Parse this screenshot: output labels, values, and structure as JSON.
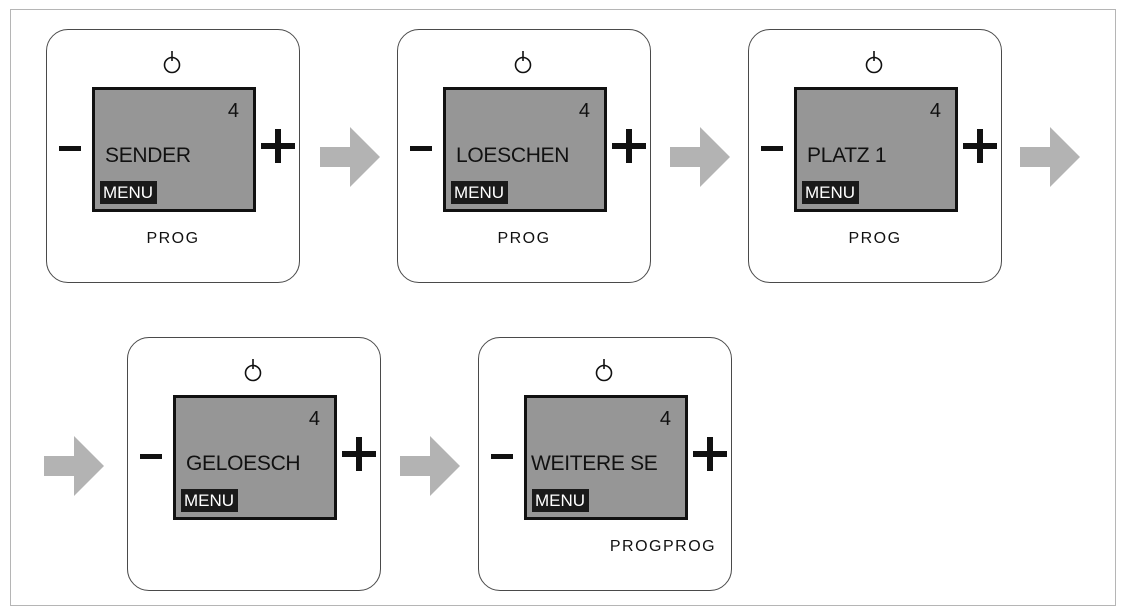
{
  "devices": [
    {
      "number": "4",
      "screen_text": "SENDER",
      "menu_label": "MENU",
      "prog_label": "PROG"
    },
    {
      "number": "4",
      "screen_text": "LOESCHEN",
      "menu_label": "MENU",
      "prog_label": "PROG"
    },
    {
      "number": "4",
      "screen_text": "PLATZ 1",
      "menu_label": "MENU",
      "prog_label": "PROG"
    },
    {
      "number": "4",
      "screen_text": "GELOESCH",
      "menu_label": "MENU",
      "prog_label": ""
    },
    {
      "number": "4",
      "screen_text": "WEITERE SE",
      "menu_label": "MENU",
      "prog_label": "PROGPROG"
    }
  ],
  "icons": {
    "power": "power-icon",
    "minus": "minus-icon",
    "plus": "plus-icon",
    "arrow": "arrow-right-icon"
  },
  "colors": {
    "screen": "#969696",
    "arrow": "#b3b3b3",
    "menu_bg": "#1a1a1a"
  }
}
